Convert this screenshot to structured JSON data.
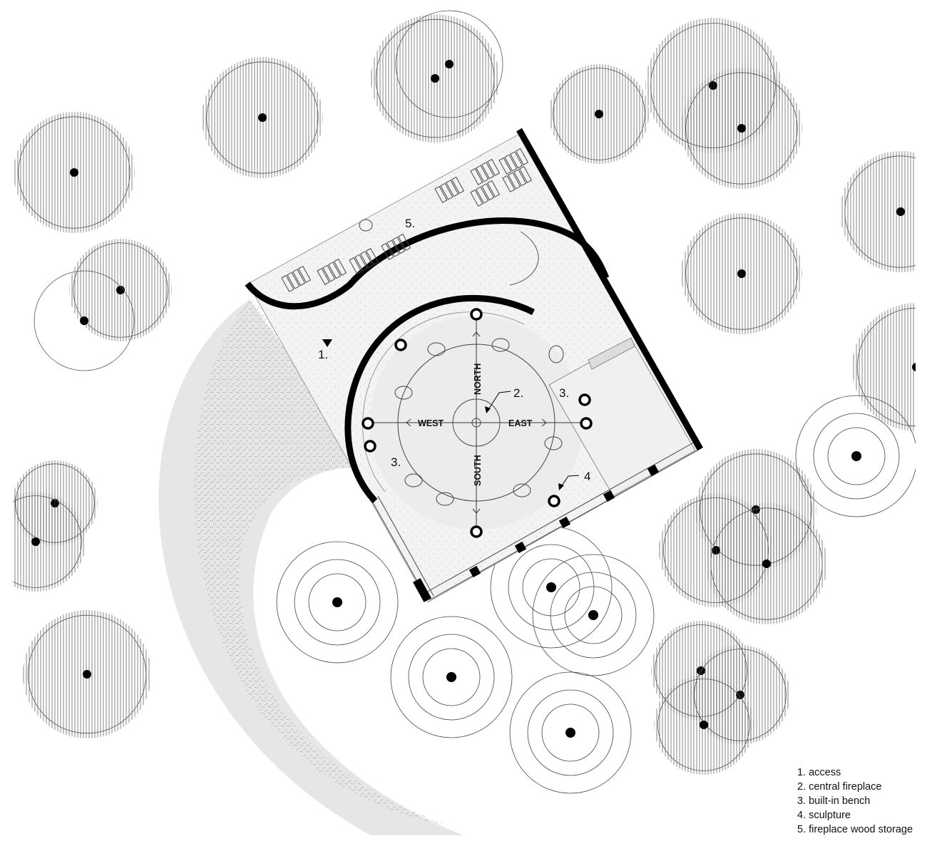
{
  "legend": [
    "1. access",
    "2. central fireplace",
    "3. built-in bench",
    "4. sculpture",
    "5. fireplace wood storage"
  ],
  "plan_labels": {
    "access": "1.",
    "fireplace": "2.",
    "bench_west": "3.",
    "bench_east": "3.",
    "sculpture": "4",
    "wood_storage": "5."
  },
  "directions": {
    "north": "NORTH",
    "south": "SOUTH",
    "east": "EAST",
    "west": "WEST"
  }
}
